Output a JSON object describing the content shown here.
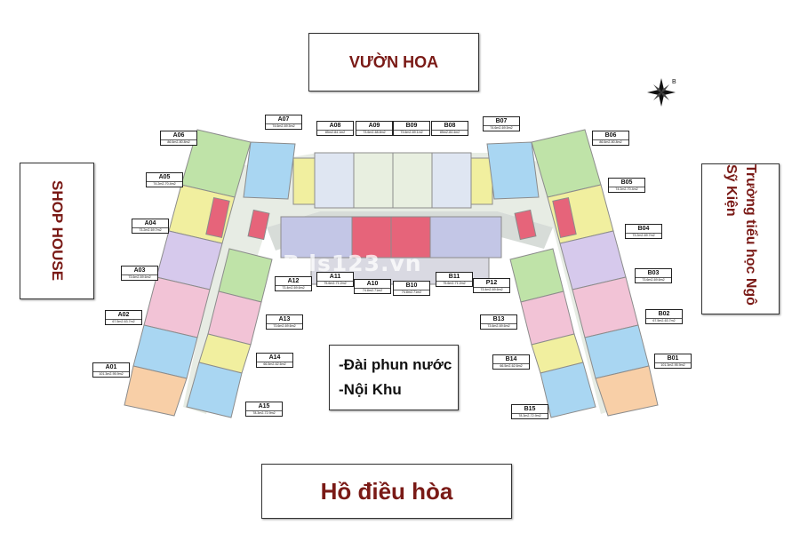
{
  "landmarks": {
    "top": "VƯỜN HOA",
    "left": "SHOP HOUSE",
    "right": "Trường tiểu học Ngô Sỹ Kiện",
    "bottom": "Hồ điều hòa"
  },
  "center_legend": [
    "-Đài phun nước",
    "-Nội Khu"
  ],
  "compass": {
    "north_letter": "B",
    "icon": "compass-rose-icon"
  },
  "watermark": "Bds123.vn",
  "colors": {
    "label_text": "#7a1a16",
    "green": "#bfe3a8",
    "blue": "#a9d6f2",
    "yellow": "#f1ef9f",
    "purple": "#d6c9ec",
    "pink": "#f2c3d6",
    "peach": "#f8cfa7",
    "red": "#e6647a",
    "lavender": "#c3c6e6"
  },
  "units": [
    {
      "code": "A06",
      "area": "86.6m2-80.8m2"
    },
    {
      "code": "A07",
      "area": "74.6m2-69.5m2"
    },
    {
      "code": "A08",
      "area": "85m2-84.1m2"
    },
    {
      "code": "A09",
      "area": "73.6m2-68.8m2"
    },
    {
      "code": "B09",
      "area": "73.6m2-69.1m2"
    },
    {
      "code": "B08",
      "area": "85m2-84.4m2"
    },
    {
      "code": "B07",
      "area": "74.6m2-69.5m2"
    },
    {
      "code": "B06",
      "area": "86.6m2-80.8m2"
    },
    {
      "code": "A05",
      "area": "74.2m2-70.4m2"
    },
    {
      "code": "B05",
      "area": "74.2m2-70.4m2"
    },
    {
      "code": "A04",
      "area": "73.2m2-69.7m2"
    },
    {
      "code": "B04",
      "area": "73.2m2-69.7m2"
    },
    {
      "code": "A03",
      "area": "73.6m2-69.6m2"
    },
    {
      "code": "B03",
      "area": "73.6m2-69.6m2"
    },
    {
      "code": "A12",
      "area": "73.4m2-69.6m2"
    },
    {
      "code": "A11",
      "area": "75.6m2-71.2m2"
    },
    {
      "code": "A10",
      "area": "74.8m2-71m2"
    },
    {
      "code": "B10",
      "area": "74.8m2-71m2"
    },
    {
      "code": "B11",
      "area": "75.6m2-71.2m2"
    },
    {
      "code": "P12",
      "area": "73.4m2-69.6m2"
    },
    {
      "code": "A02",
      "area": "67.5m2-63.7m2"
    },
    {
      "code": "B02",
      "area": "67.5m2-63.7m2"
    },
    {
      "code": "A13",
      "area": "73.6m2-69.6m2"
    },
    {
      "code": "B13",
      "area": "73.6m2-69.6m2"
    },
    {
      "code": "A01",
      "area": "101.3m2-95.9m2"
    },
    {
      "code": "B01",
      "area": "101.3m2-95.9m2"
    },
    {
      "code": "A14",
      "area": "66.5m2-62.6m2"
    },
    {
      "code": "B14",
      "area": "66.5m2-62.6m2"
    },
    {
      "code": "A15",
      "area": "78.3m2-72.9m2"
    },
    {
      "code": "B15",
      "area": "78.3m2-72.9m2"
    }
  ]
}
